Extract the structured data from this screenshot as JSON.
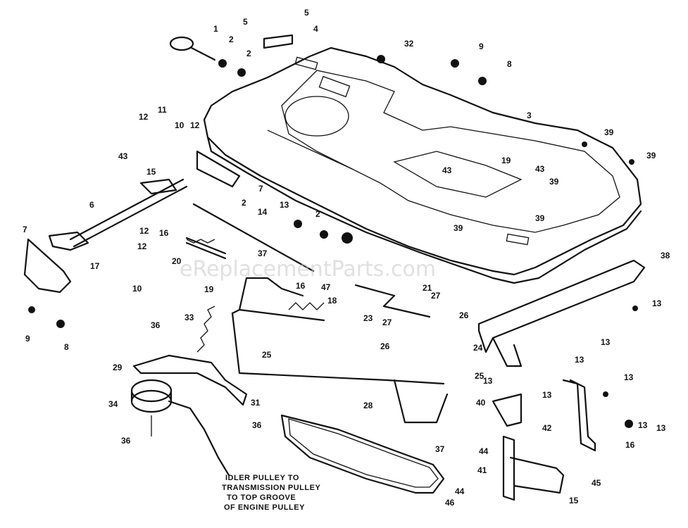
{
  "watermark": "eReplacementParts.com",
  "note_lines": [
    "IDLER PULLEY TO",
    "TRANSMISSION PULLEY",
    "TO TOP GROOVE",
    "OF ENGINE PULLEY"
  ],
  "callouts": [
    {
      "id": "c1",
      "label": "1"
    },
    {
      "id": "c2a",
      "label": "2"
    },
    {
      "id": "c2b",
      "label": "2"
    },
    {
      "id": "c4",
      "label": "4"
    },
    {
      "id": "c5a",
      "label": "5"
    },
    {
      "id": "c5b",
      "label": "5"
    },
    {
      "id": "c32",
      "label": "32"
    },
    {
      "id": "c9a",
      "label": "9"
    },
    {
      "id": "c8a",
      "label": "8"
    },
    {
      "id": "c3",
      "label": "3"
    },
    {
      "id": "c12a",
      "label": "12"
    },
    {
      "id": "c11",
      "label": "11"
    },
    {
      "id": "c10",
      "label": "10"
    },
    {
      "id": "c12b",
      "label": "12"
    },
    {
      "id": "c43a",
      "label": "43"
    },
    {
      "id": "c15a",
      "label": "15"
    },
    {
      "id": "c7a",
      "label": "7"
    },
    {
      "id": "c6",
      "label": "6"
    },
    {
      "id": "c2c",
      "label": "2"
    },
    {
      "id": "c14",
      "label": "14"
    },
    {
      "id": "c13a",
      "label": "13"
    },
    {
      "id": "c2d",
      "label": "2"
    },
    {
      "id": "c16",
      "label": "16"
    },
    {
      "id": "c7b",
      "label": "7"
    },
    {
      "id": "c12c",
      "label": "12"
    },
    {
      "id": "c17",
      "label": "17"
    },
    {
      "id": "c12d",
      "label": "12"
    },
    {
      "id": "c10b",
      "label": "10"
    },
    {
      "id": "c20",
      "label": "20"
    },
    {
      "id": "c37a",
      "label": "37"
    },
    {
      "id": "c19",
      "label": "19"
    },
    {
      "id": "c16b",
      "label": "16"
    },
    {
      "id": "c47",
      "label": "47"
    },
    {
      "id": "c21",
      "label": "21"
    },
    {
      "id": "c9b",
      "label": "9"
    },
    {
      "id": "c8b",
      "label": "8"
    },
    {
      "id": "c43b",
      "label": "43"
    },
    {
      "id": "c19b",
      "label": "19"
    },
    {
      "id": "c43c",
      "label": "43"
    },
    {
      "id": "c39a",
      "label": "39"
    },
    {
      "id": "c39b",
      "label": "39"
    },
    {
      "id": "c39c",
      "label": "39"
    },
    {
      "id": "c39d",
      "label": "39"
    },
    {
      "id": "c39e",
      "label": "39"
    },
    {
      "id": "c38",
      "label": "38"
    },
    {
      "id": "c13b",
      "label": "13"
    },
    {
      "id": "c18",
      "label": "18"
    },
    {
      "id": "c27a",
      "label": "27"
    },
    {
      "id": "c26a",
      "label": "26"
    },
    {
      "id": "c23",
      "label": "23"
    },
    {
      "id": "c27b",
      "label": "27"
    },
    {
      "id": "c13c",
      "label": "13"
    },
    {
      "id": "c36a",
      "label": "36"
    },
    {
      "id": "c33",
      "label": "33"
    },
    {
      "id": "c25",
      "label": "25"
    },
    {
      "id": "c26b",
      "label": "26"
    },
    {
      "id": "c24",
      "label": "24"
    },
    {
      "id": "c25b",
      "label": "25"
    },
    {
      "id": "c13d",
      "label": "13"
    },
    {
      "id": "c29",
      "label": "29"
    },
    {
      "id": "c13e",
      "label": "13"
    },
    {
      "id": "c13f",
      "label": "13"
    },
    {
      "id": "c13g",
      "label": "13"
    },
    {
      "id": "c13h",
      "label": "13"
    },
    {
      "id": "c28",
      "label": "28"
    },
    {
      "id": "c40",
      "label": "40"
    },
    {
      "id": "c34",
      "label": "34"
    },
    {
      "id": "c31",
      "label": "31"
    },
    {
      "id": "c36b",
      "label": "36"
    },
    {
      "id": "c42",
      "label": "42"
    },
    {
      "id": "c13i",
      "label": "13"
    },
    {
      "id": "c16c",
      "label": "16"
    },
    {
      "id": "c36c",
      "label": "36"
    },
    {
      "id": "c37b",
      "label": "37"
    },
    {
      "id": "c44a",
      "label": "44"
    },
    {
      "id": "c41",
      "label": "41"
    },
    {
      "id": "c44b",
      "label": "44"
    },
    {
      "id": "c46",
      "label": "46"
    },
    {
      "id": "c45",
      "label": "45"
    },
    {
      "id": "c15b",
      "label": "15"
    }
  ]
}
